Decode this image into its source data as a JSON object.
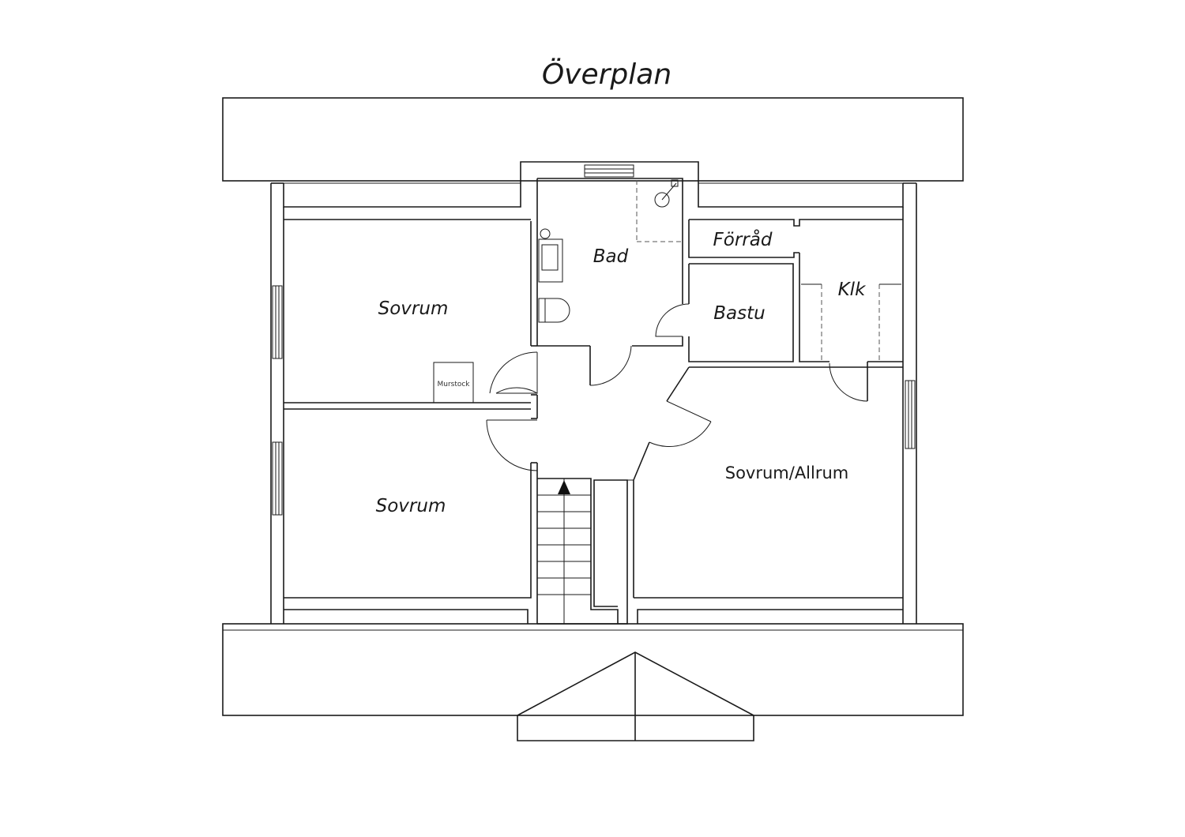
{
  "plan": {
    "title": "Överplan",
    "rooms": {
      "sovrum_upper": "Sovrum",
      "sovrum_lower": "Sovrum",
      "bad": "Bad",
      "forrad": "Förråd",
      "klk": "Klk",
      "bastu": "Bastu",
      "sovrum_allrum": "Sovrum/Allrum"
    },
    "fixtures": {
      "murstock": "Murstock"
    },
    "icons": [
      "stair-direction-arrow-icon",
      "shower-icon",
      "sink-icon",
      "toilet-icon"
    ]
  }
}
